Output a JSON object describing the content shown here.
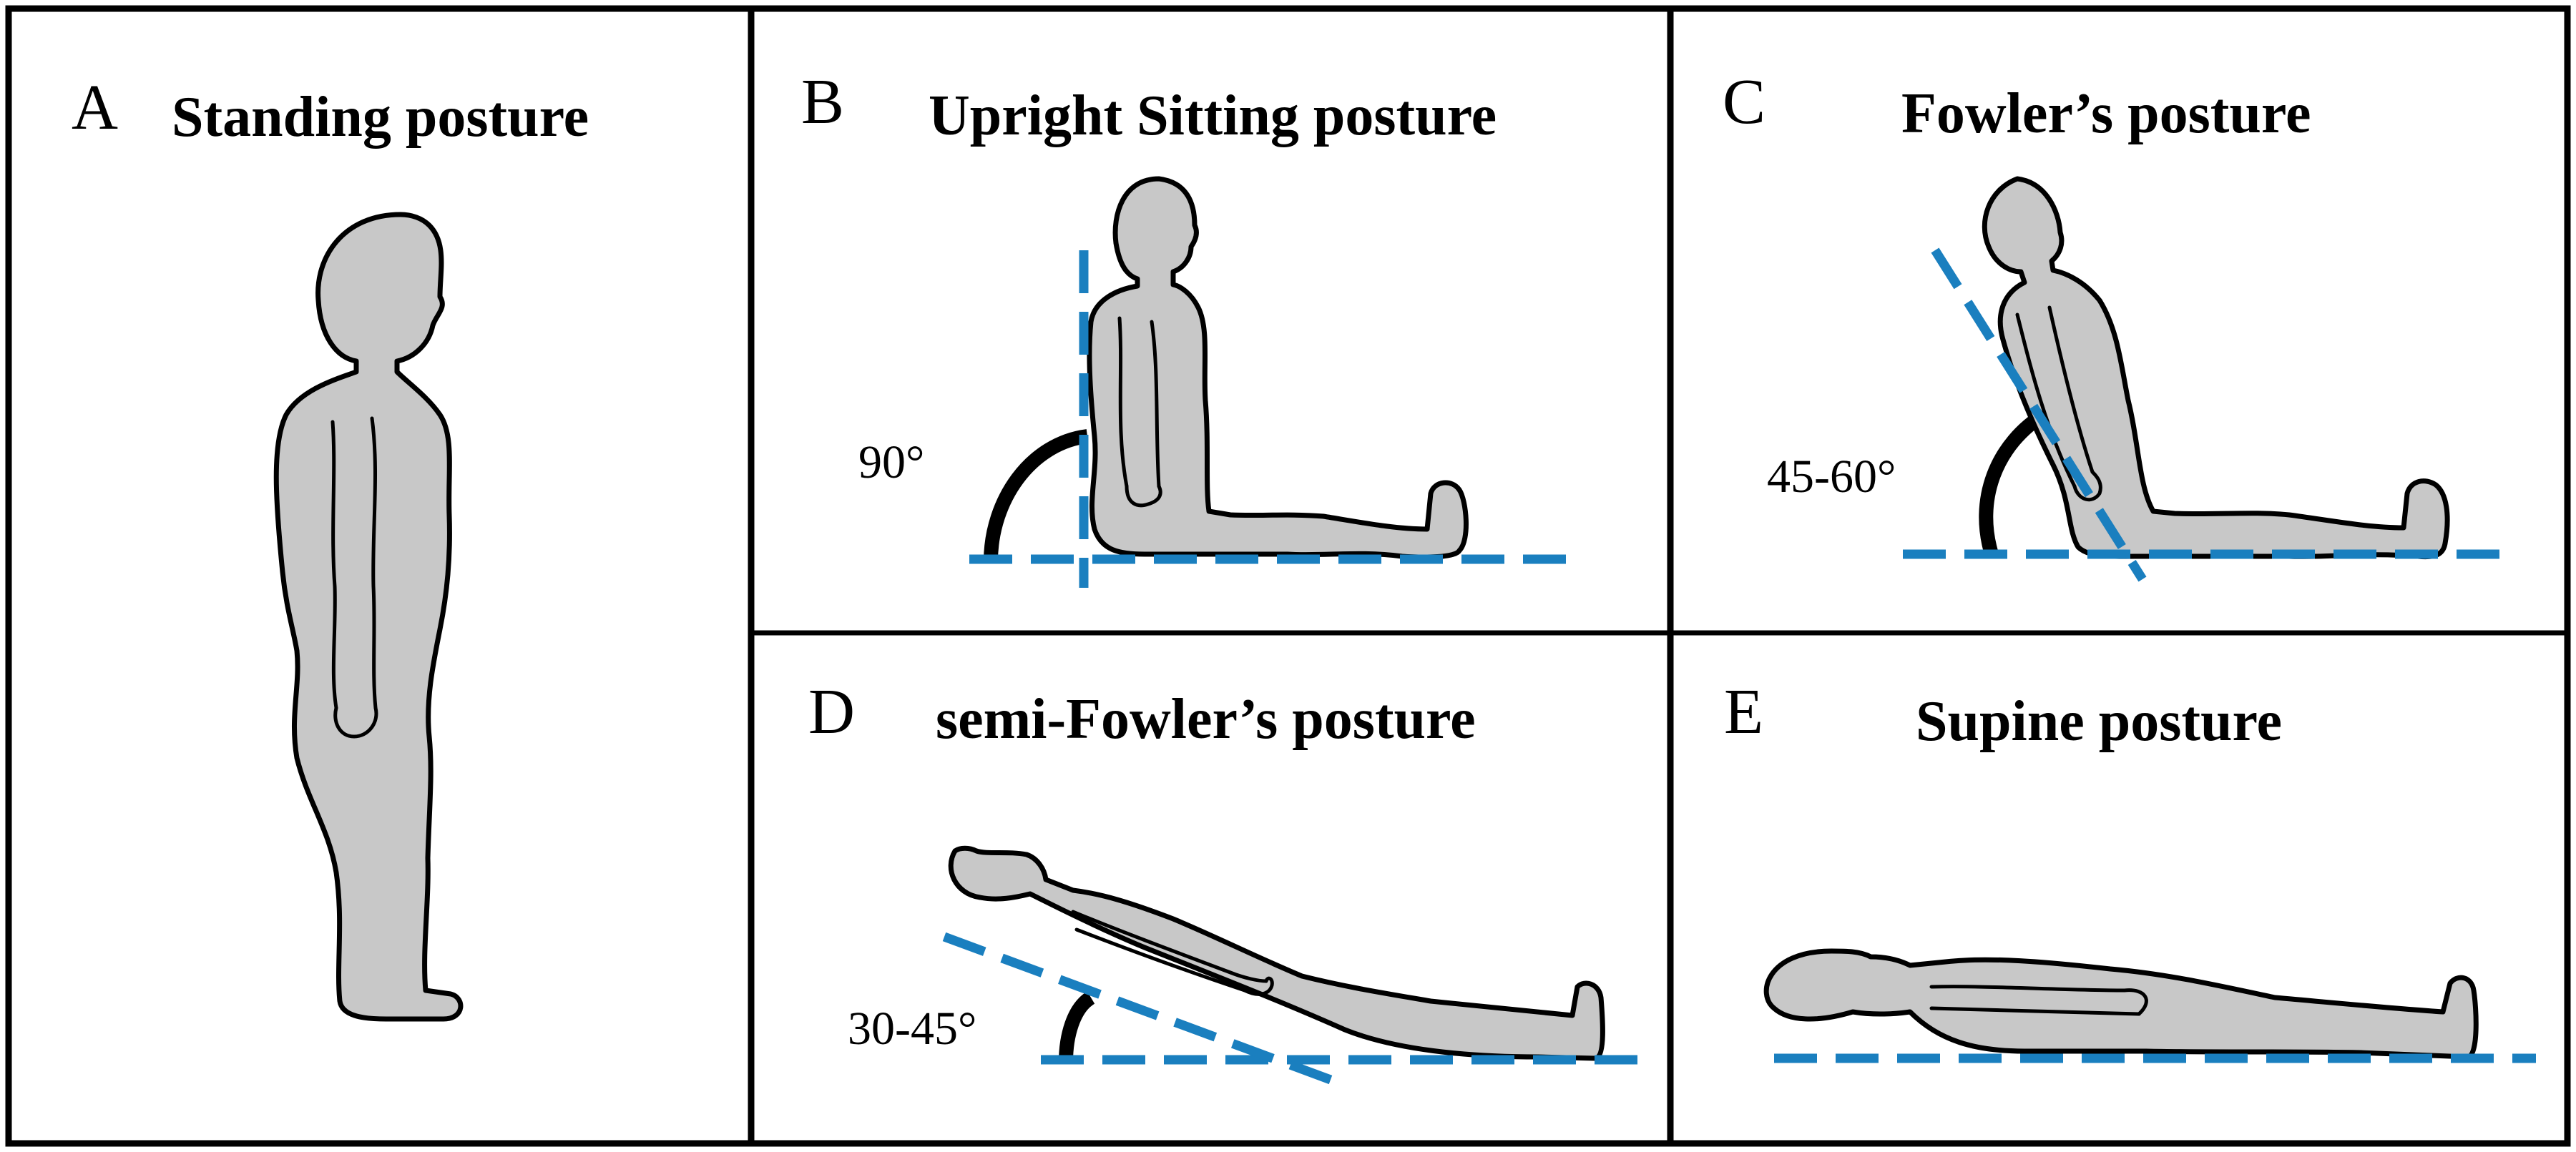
{
  "panels": [
    {
      "letter": "A",
      "title": "Standing posture"
    },
    {
      "letter": "B",
      "title": "Upright Sitting posture",
      "angle": "90°"
    },
    {
      "letter": "C",
      "title": "Fowler’s posture",
      "angle": "45-60°"
    },
    {
      "letter": "D",
      "title": "semi-Fowler’s posture",
      "angle": "30-45°"
    },
    {
      "letter": "E",
      "title": "Supine posture"
    }
  ],
  "colors": {
    "reference_line": "#1a7fbf",
    "body_fill": "#c8c8c8",
    "outline": "#000000"
  }
}
